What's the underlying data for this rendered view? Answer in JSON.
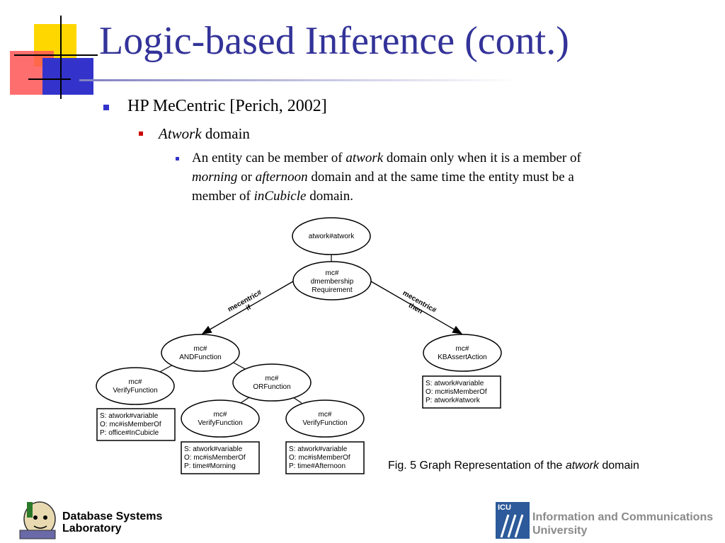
{
  "slide": {
    "title": "Logic-based Inference (cont.)",
    "bullets": {
      "level1": "HP MeCentric [Perich, 2002]",
      "level2": {
        "italic": "Atwork",
        "rest": " domain"
      },
      "level3": {
        "line1": {
          "pre": "An entity can be member of ",
          "em": "atwork",
          "post": " domain only when it is a member of"
        },
        "line2": {
          "em1": "morning",
          "mid": " or ",
          "em2": "afternoon",
          "post": " domain and at the same time the entity must be a"
        },
        "line3": {
          "pre": "member of ",
          "em": "inCubicle",
          "post": " domain."
        }
      }
    },
    "caption": {
      "pre": "Fig. 5 Graph Representation of the ",
      "em": "atwork",
      "post": " domain"
    },
    "footer": {
      "left": {
        "line1": "Database Systems",
        "line2": "Laboratory"
      },
      "right": {
        "logo_text": "ICU",
        "line1": "Information and Communications",
        "line2": "University"
      }
    },
    "colors": {
      "title": "#333399",
      "bullet_l1": "#3333cc",
      "bullet_l2": "#cc0000",
      "bullet_l3": "#3333cc"
    }
  },
  "diagram": {
    "nodes": {
      "atwork": {
        "line1": "atwork#atwork"
      },
      "dmembership": {
        "line1": "mc#",
        "line2": "dmembership",
        "line3": "Requirement"
      },
      "and": {
        "line1": "mc#",
        "line2": "ANDFunction"
      },
      "kbassert": {
        "line1": "mc#",
        "line2": "KBAssertAction"
      },
      "verify1": {
        "line1": "mc#",
        "line2": "VerifyFunction"
      },
      "or": {
        "line1": "mc#",
        "line2": "ORFunction"
      },
      "verify2": {
        "line1": "mc#",
        "line2": "VerifyFunction"
      },
      "verify3": {
        "line1": "mc#",
        "line2": "VerifyFunction"
      }
    },
    "edges": {
      "left": {
        "line1": "mecentric#",
        "line2": "if"
      },
      "right": {
        "line1": "mecentric#",
        "line2": "then"
      }
    },
    "boxes": {
      "kbassert": [
        "S: atwork#variable",
        "O: mc#isMemberOf",
        "P: atwork#atwork"
      ],
      "verify1": [
        "S: atwork#variable",
        "O: mc#isMemberOf",
        "P: office#InCubicle"
      ],
      "verify2": [
        "S: atwork#variable",
        "O: mc#isMemberOf",
        "P: time#Morning"
      ],
      "verify3": [
        "S: atwork#variable",
        "O: mc#isMemberOf",
        "P: time#Afternoon"
      ]
    }
  }
}
